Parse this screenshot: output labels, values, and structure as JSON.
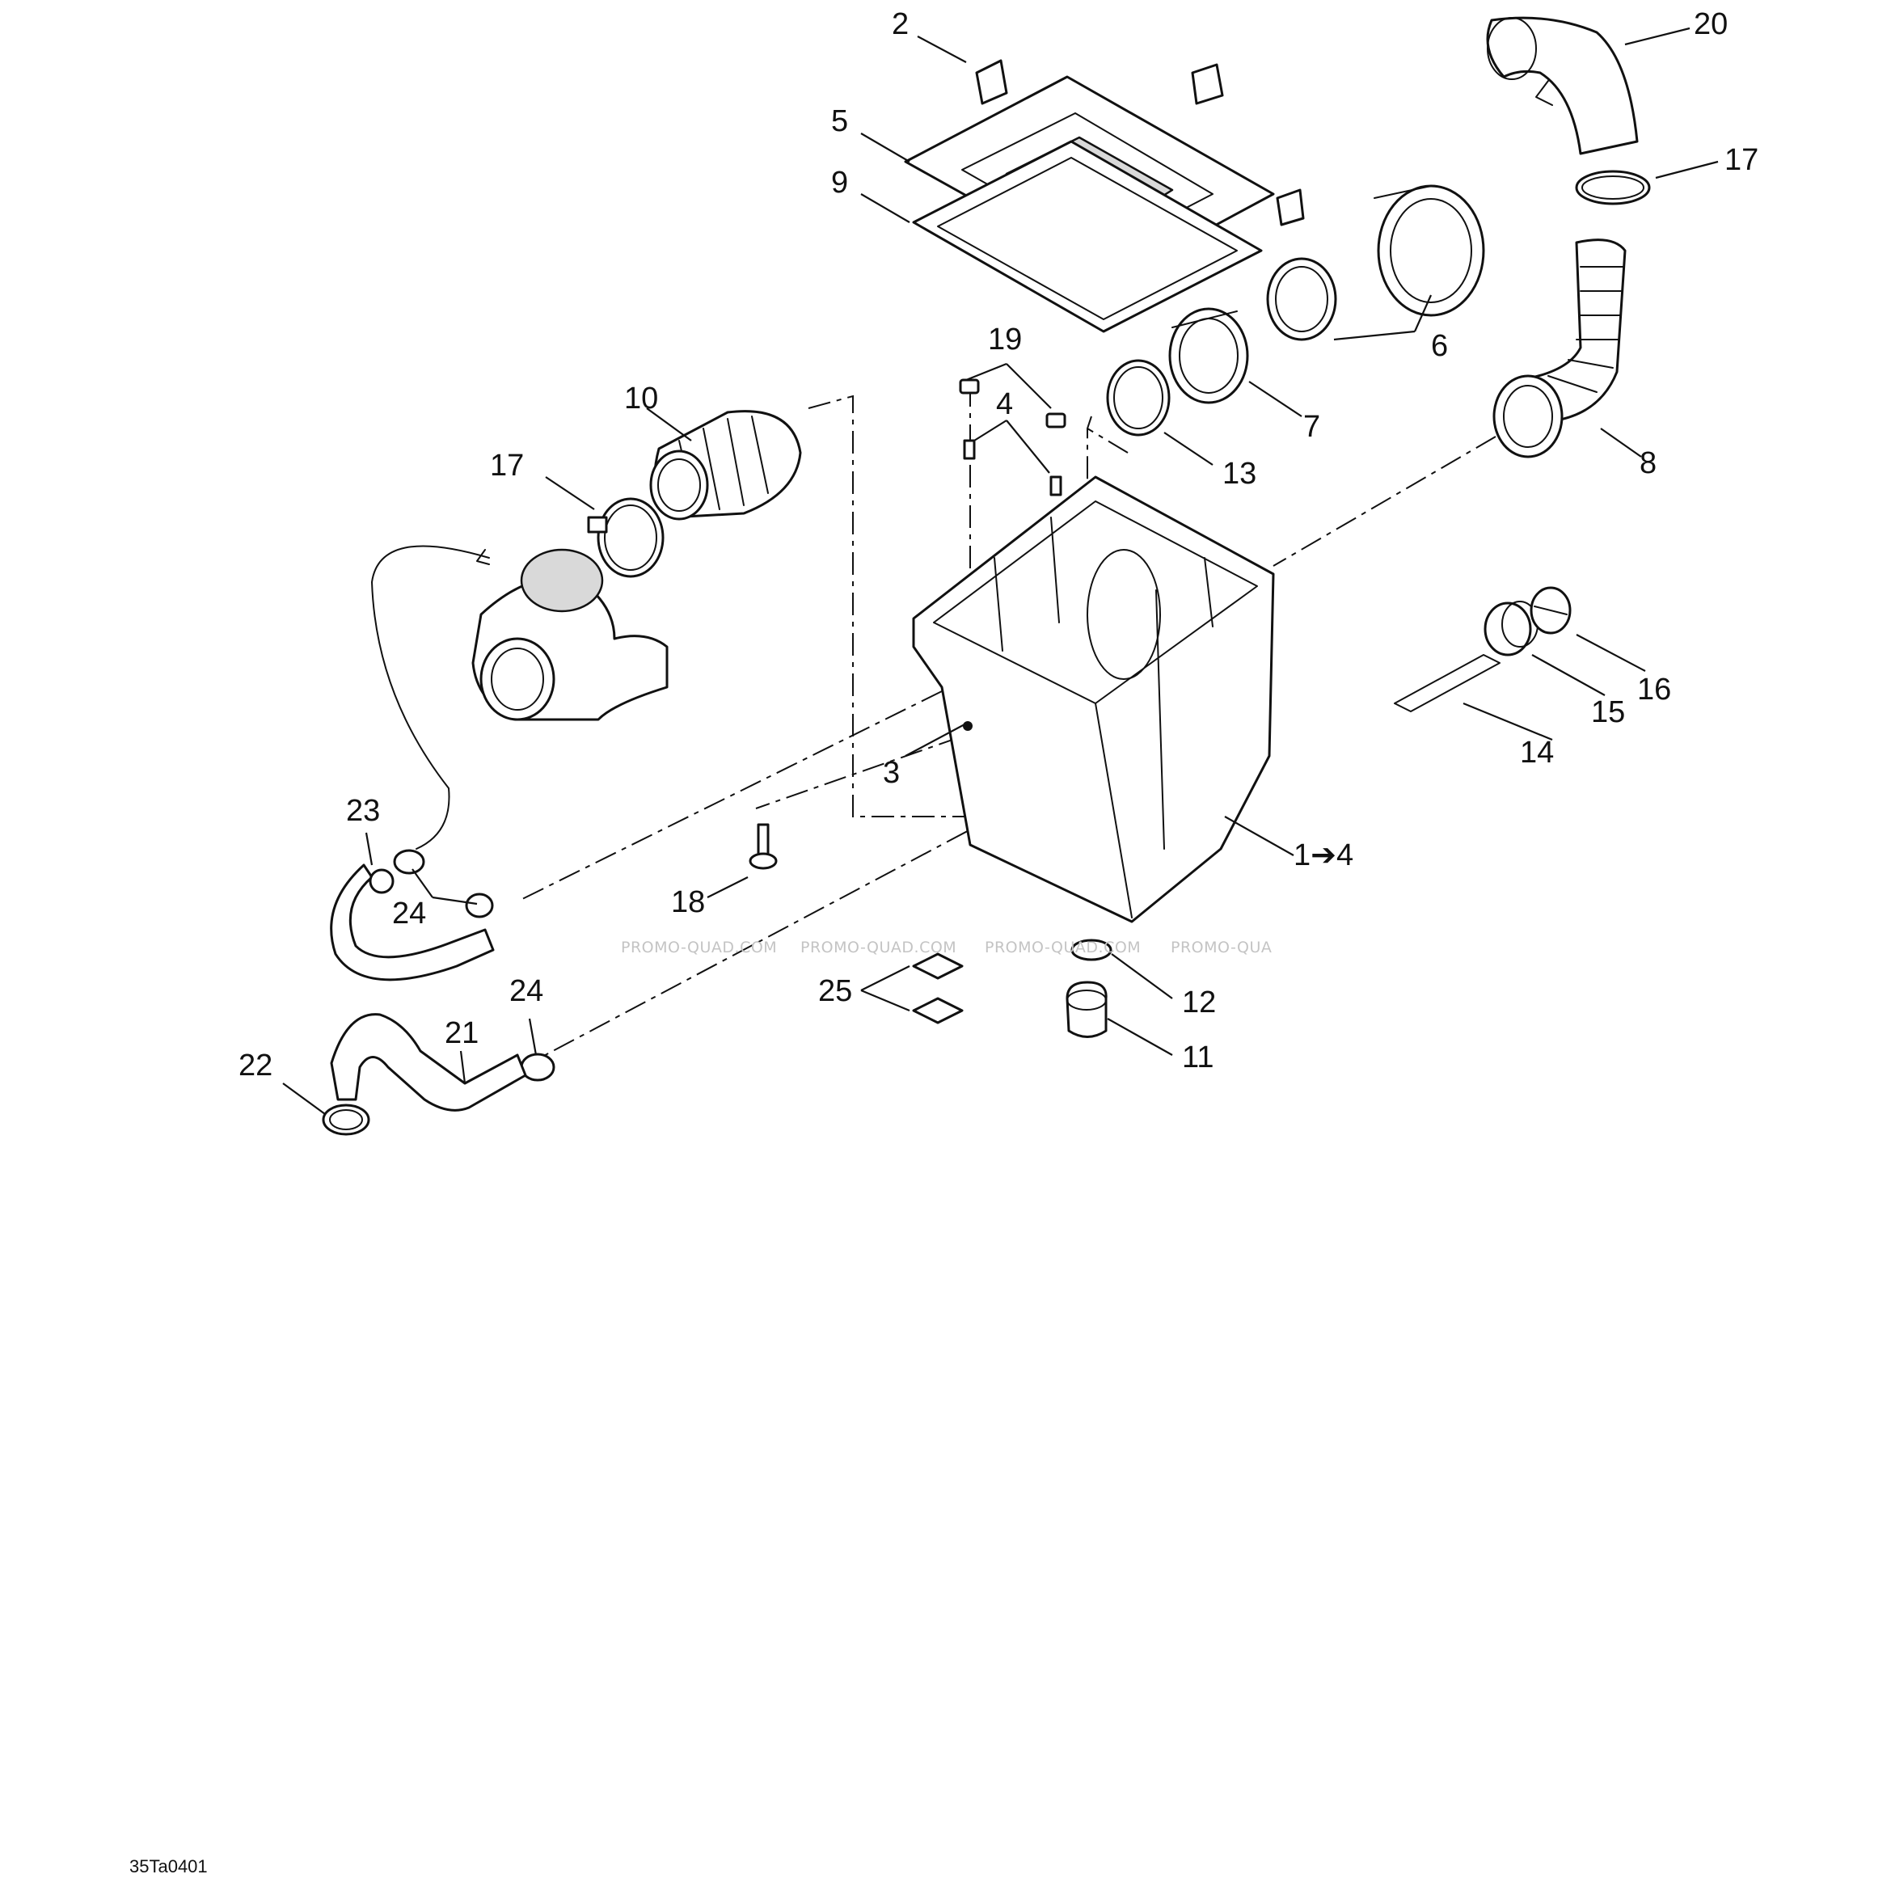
{
  "callouts": {
    "c2": "2",
    "c5": "5",
    "c9": "9",
    "c20": "20",
    "c17a": "17",
    "c6": "6",
    "c19": "19",
    "c4": "4",
    "c10": "10",
    "c7": "7",
    "c13": "13",
    "c8": "8",
    "c17b": "17",
    "c3": "3",
    "c16": "16",
    "c15": "15",
    "c14": "14",
    "c23": "23",
    "c1to4": "1➔4",
    "c18": "18",
    "c24a": "24",
    "c25": "25",
    "c12": "12",
    "c24b": "24",
    "c21": "21",
    "c11": "11",
    "c22": "22"
  },
  "watermarks": [
    "PROMO-QUAD.COM",
    "PROMO-QUAD.COM",
    "PROMO-QUAD.COM",
    "PROMO-QUA"
  ],
  "drawing_code": "35Ta0401"
}
